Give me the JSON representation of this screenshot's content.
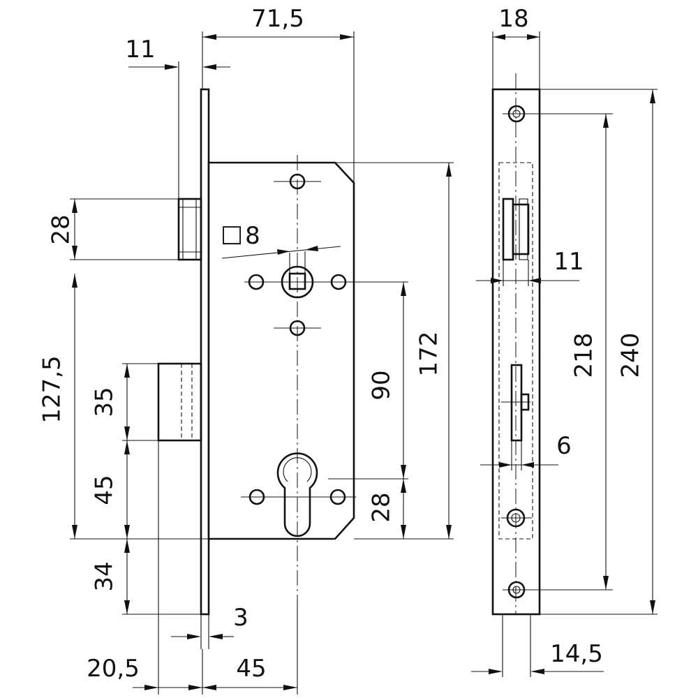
{
  "dimensions": {
    "plate_thickness_top": "11",
    "case_depth": "71,5",
    "latch_height": "28",
    "follower_size_symbol": "□",
    "follower_size": "8",
    "handle_to_bottom": "127,5",
    "deadbolt_height": "35",
    "deadbolt_to_bottom": "45",
    "bottom_offset": "34",
    "plate_thickness": "3",
    "case_front_offset": "20,5",
    "backset": "45",
    "handle_to_cylinder": "90",
    "cylinder_to_bottom": "28",
    "case_height": "172",
    "faceplate_width": "18",
    "latch_width": "11",
    "screw_spacing": "218",
    "faceplate_length": "240",
    "bolt_width": "6",
    "side_offset": "14,5"
  }
}
